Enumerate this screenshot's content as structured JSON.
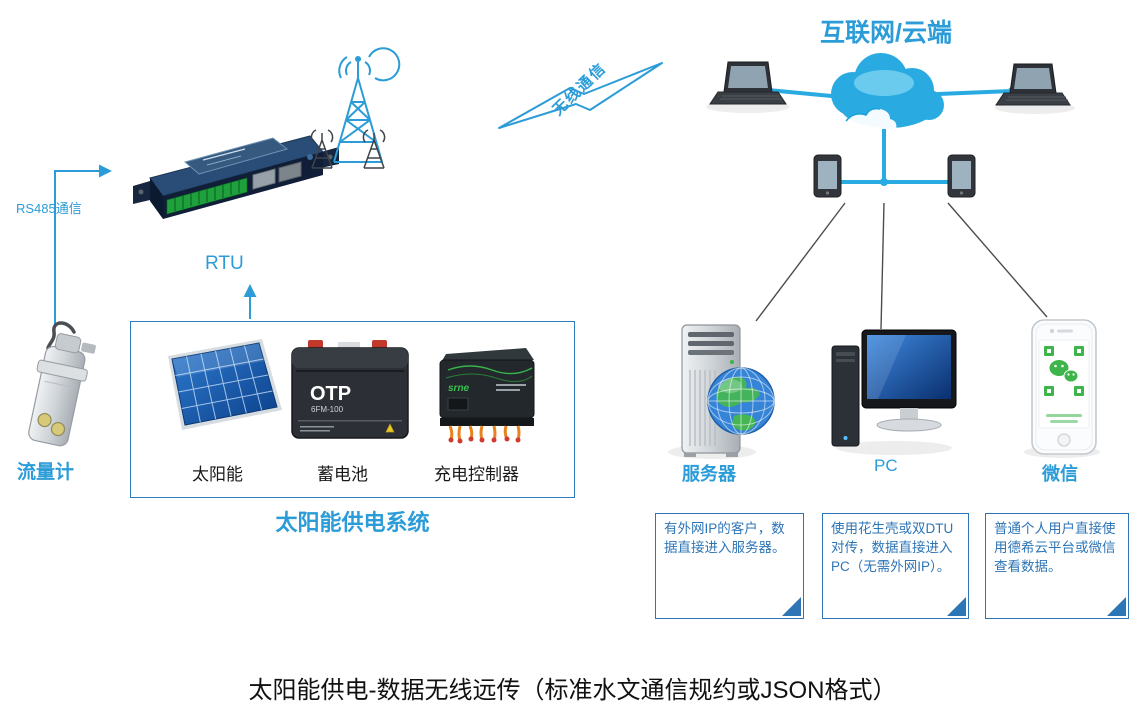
{
  "diagram": {
    "cloud_title": "互联网/云端",
    "bottom_title": "太阳能供电-数据无线远传（标准水文通信规约或JSON格式）",
    "solar_box_title": "太阳能供电系统",
    "labels": {
      "rs485": "RS485通信",
      "rtu": "RTU",
      "wireless": "无线通信",
      "flow_meter": "流量计",
      "solar_panel": "太阳能",
      "battery": "蓄电池",
      "charge_controller": "充电控制器",
      "server": "服务器",
      "pc": "PC",
      "wechat": "微信"
    },
    "device_texts": {
      "battery_brand": "OTP",
      "battery_model": "6FM-100",
      "controller_brand": "srne"
    },
    "callouts": [
      "有外网IP的客户，数据直接进入服务器。",
      "使用花生壳或双DTU对传，数据直接进入PC（无需外网IP）。",
      "普通个人用户直接使用德希云平台或微信查看数据。"
    ],
    "colors": {
      "accent": "#2b9cd8",
      "cloud": "#29abe2",
      "callout": "#2e75b6"
    }
  }
}
